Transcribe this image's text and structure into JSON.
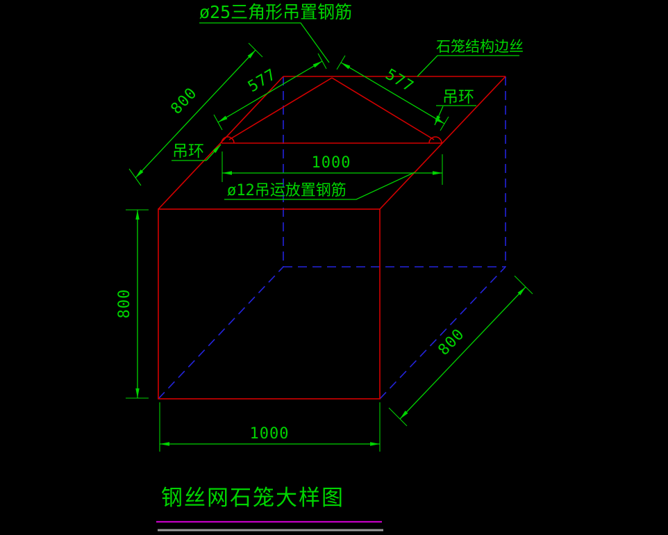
{
  "drawing": {
    "title": "钢丝网石笼大样图",
    "labels": {
      "top_rebar": "ø25三角形吊置钢筋",
      "edge_wire": "石笼结构边丝",
      "ring_right": "吊环",
      "ring_left": "吊环",
      "bottom_rebar": "ø12吊运放置钢筋"
    },
    "dims": {
      "depth_top": "800",
      "leg_left": "577",
      "leg_right": "577",
      "bar_len": "1000",
      "height_front": "800",
      "width_front": "1000",
      "depth_right": "800"
    },
    "colors": {
      "visible_edge": "#d40000",
      "hidden_edge": "#2424dd",
      "annotation": "#00d400",
      "divider_magenta": "#c400c4",
      "divider_gray": "#9a9a9a",
      "background": "#000000"
    }
  }
}
